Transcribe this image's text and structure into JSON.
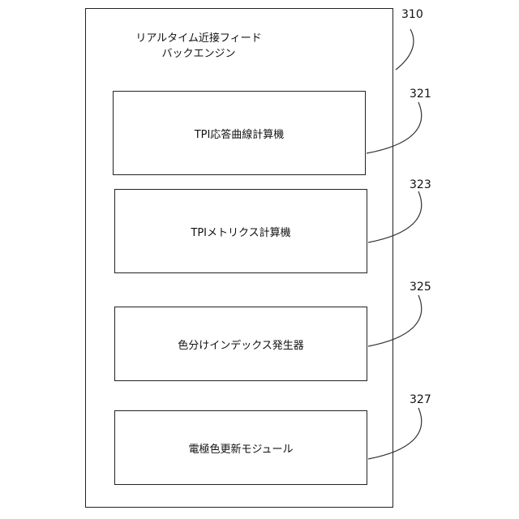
{
  "engine": {
    "title_line1": "リアルタイム近接フィード",
    "title_line2": "バックエンジン",
    "ref": "310"
  },
  "modules": [
    {
      "label": "TPI応答曲線計算機",
      "ref": "321"
    },
    {
      "label": "TPIメトリクス計算機",
      "ref": "323"
    },
    {
      "label": "色分けインデックス発生器",
      "ref": "325"
    },
    {
      "label": "電極色更新モジュール",
      "ref": "327"
    }
  ]
}
